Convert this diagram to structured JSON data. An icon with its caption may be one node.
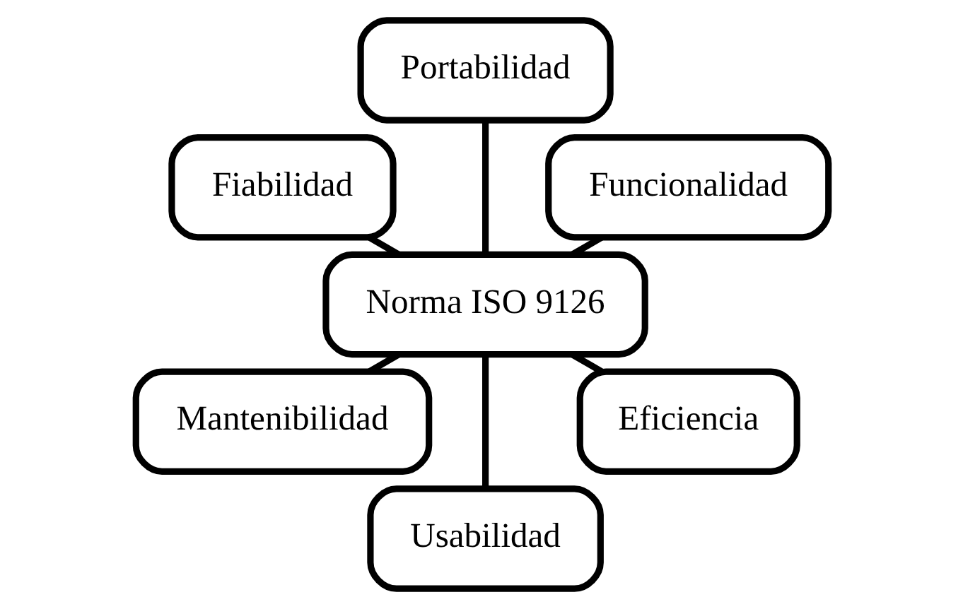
{
  "diagram": {
    "nodes": [
      {
        "text": [
          "Funcionalidad"
        ]
      },
      {
        "text": [
          "Portabilidad"
        ]
      },
      {
        "text": [
          "Fiabilidad"
        ]
      },
      {
        "text": [
          "Norma ISO 9126"
        ]
      },
      {
        "text": [
          "Mantenibilidad"
        ]
      },
      {
        "text": [
          "Usabilidad"
        ]
      },
      {
        "text": [
          "Eficiencia"
        ]
      }
    ],
    "edges": [
      {
        "from": 3,
        "to": 0,
        "arrow": "none"
      },
      {
        "from": 3,
        "to": 2,
        "arrow": "none"
      },
      {
        "from": 3,
        "to": 5,
        "arrow": "none"
      },
      {
        "from": 3,
        "to": 6,
        "arrow": "none"
      },
      {
        "from": 3,
        "to": 4,
        "arrow": "none"
      },
      {
        "from": 3,
        "to": 1,
        "arrow": "none"
      }
    ]
  }
}
